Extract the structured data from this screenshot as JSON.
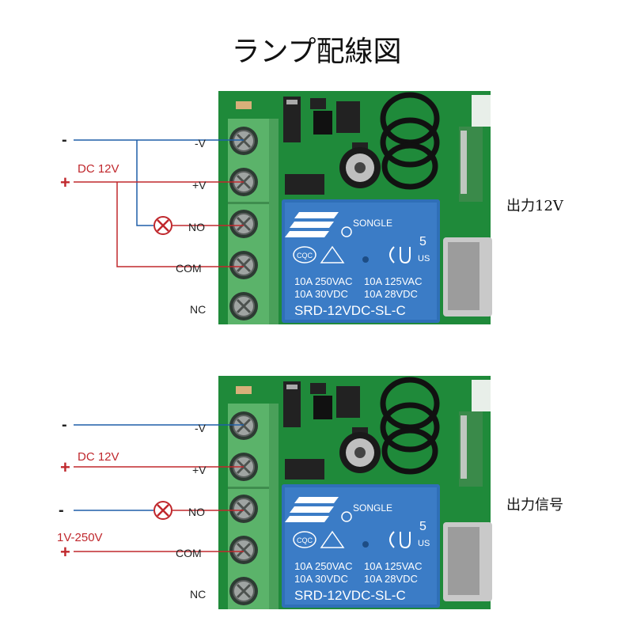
{
  "title": "ランプ配線図",
  "colors": {
    "positive": "#c0282d",
    "negative": "#1f5fa8",
    "pcb": "#1f8a3a",
    "terminal": "#5bb36a",
    "relay": "#2f6fb8"
  },
  "relay": {
    "brand": "SONGLE",
    "voltage_digit": "5",
    "cert_cqc": "CQC",
    "cert_us": "US",
    "rating_line1_left": "10A 250VAC",
    "rating_line1_right": "10A 125VAC",
    "rating_line2_left": "10A 30VDC",
    "rating_line2_right": "10A 28VDC",
    "model": "SRD-12VDC-SL-C"
  },
  "terminals": [
    "-V",
    "+V",
    "NO",
    "COM",
    "NC"
  ],
  "diagrams": [
    {
      "side_label": "出力12V",
      "minus_sign": "-",
      "plus_sign": "+",
      "supply_label": "DC 12V"
    },
    {
      "side_label": "出力信号",
      "minus_sign": "-",
      "plus_sign": "+",
      "supply_label": "DC 12V",
      "load_minus_sign": "-",
      "load_plus_sign": "+",
      "load_label": "1V-250V"
    }
  ]
}
